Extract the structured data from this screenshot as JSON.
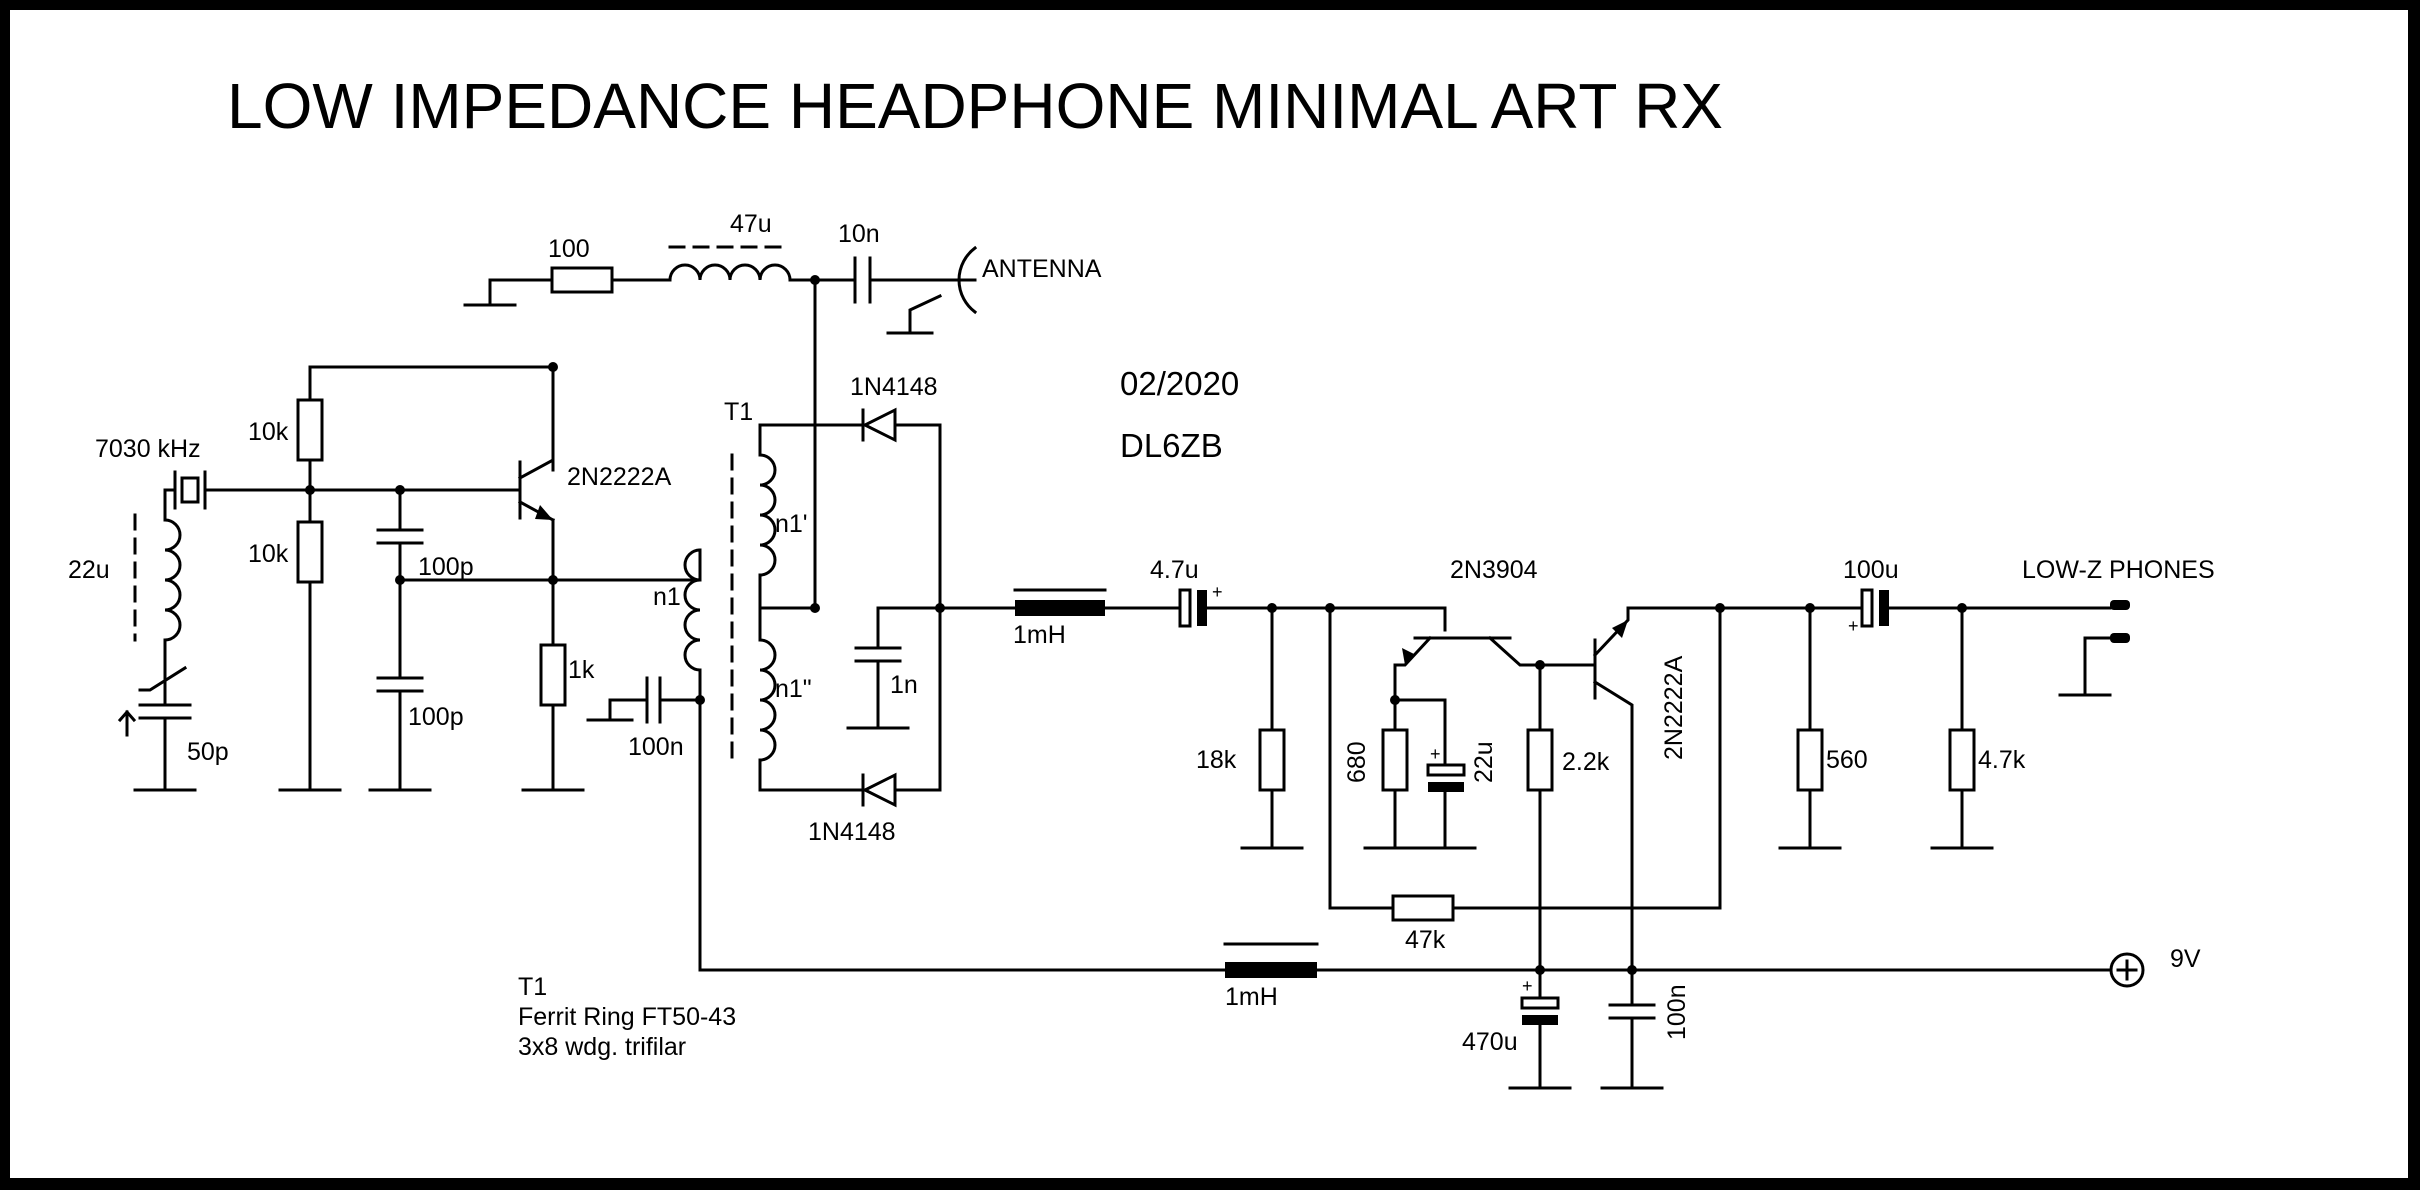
{
  "title": "LOW IMPEDANCE HEADPHONE MINIMAL ART RX",
  "date": "02/2020",
  "author": "DL6ZB",
  "components": {
    "r100": "100",
    "l47u": "47u",
    "c10n": "10n",
    "antenna": "ANTENNA",
    "crystal": "7030 kHz",
    "r10k_top": "10k",
    "r10k_bot": "10k",
    "q1": "2N2222A",
    "l22u": "22u",
    "c100p_a": "100p",
    "c100p_b": "100p",
    "r1k": "1k",
    "c50p": "50p",
    "t1": "T1",
    "n1": "n1",
    "n1a": "n1'",
    "n1b": "n1\"",
    "c100n_in": "100n",
    "d1": "1N4148",
    "d2": "1N4148",
    "c1n": "1n",
    "l1mh_a": "1mH",
    "c4u7": "4.7u",
    "r18k": "18k",
    "q2": "2N3904",
    "r680": "680",
    "c22u": "22u",
    "r2k2": "2.2k",
    "q3": "2N2222A",
    "r47k": "47k",
    "c100u": "100u",
    "phones": "LOW-Z PHONES",
    "r560": "560",
    "r4k7": "4.7k",
    "supply": "9V",
    "l1mh_b": "1mH",
    "c470u": "470u",
    "c100n_out": "100n"
  },
  "notes": [
    "T1",
    "Ferrit Ring FT50-43",
    "3x8 wdg. trifilar"
  ]
}
